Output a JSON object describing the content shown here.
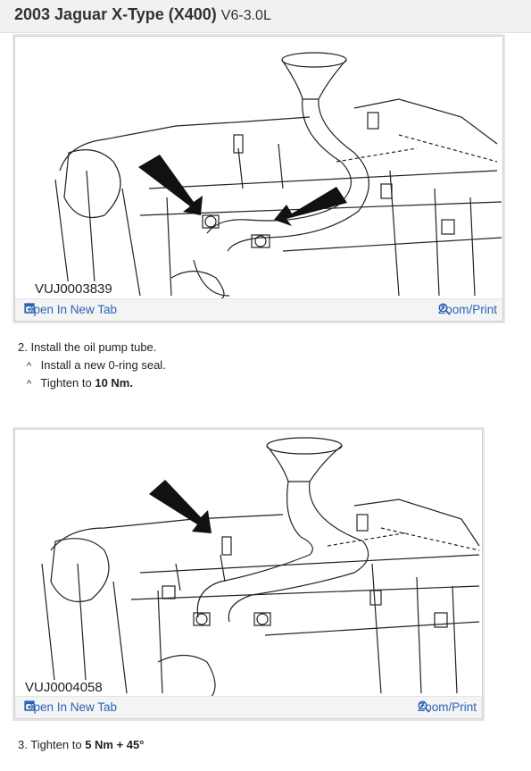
{
  "header": {
    "title": "2003 Jaguar X-Type (X400)",
    "engine": "V6-3.0L"
  },
  "figures": [
    {
      "label": "VUJ0003839",
      "open_label": "Open In New Tab",
      "zoom_label": "Zoom/Print",
      "open_icon": "open-in-new-tab-icon",
      "zoom_icon": "zoom-icon"
    },
    {
      "label": "VUJ0004058",
      "open_label": "Open In New Tab",
      "zoom_label": "Zoom/Print",
      "open_icon": "open-in-new-tab-icon",
      "zoom_icon": "zoom-icon"
    }
  ],
  "steps": [
    {
      "number": "2.",
      "text": "Install the oil pump tube.",
      "items": [
        {
          "bullet": "^",
          "text": "Install a new 0-ring seal.",
          "bold": ""
        },
        {
          "bullet": "^",
          "text": "Tighten to ",
          "bold": "10 Nm."
        }
      ]
    },
    {
      "number": "3.",
      "text": "Tighten to ",
      "bold": "5 Nm + 45°"
    }
  ],
  "colors": {
    "link": "#2a63b5",
    "header_bg": "#f1f1f1"
  }
}
